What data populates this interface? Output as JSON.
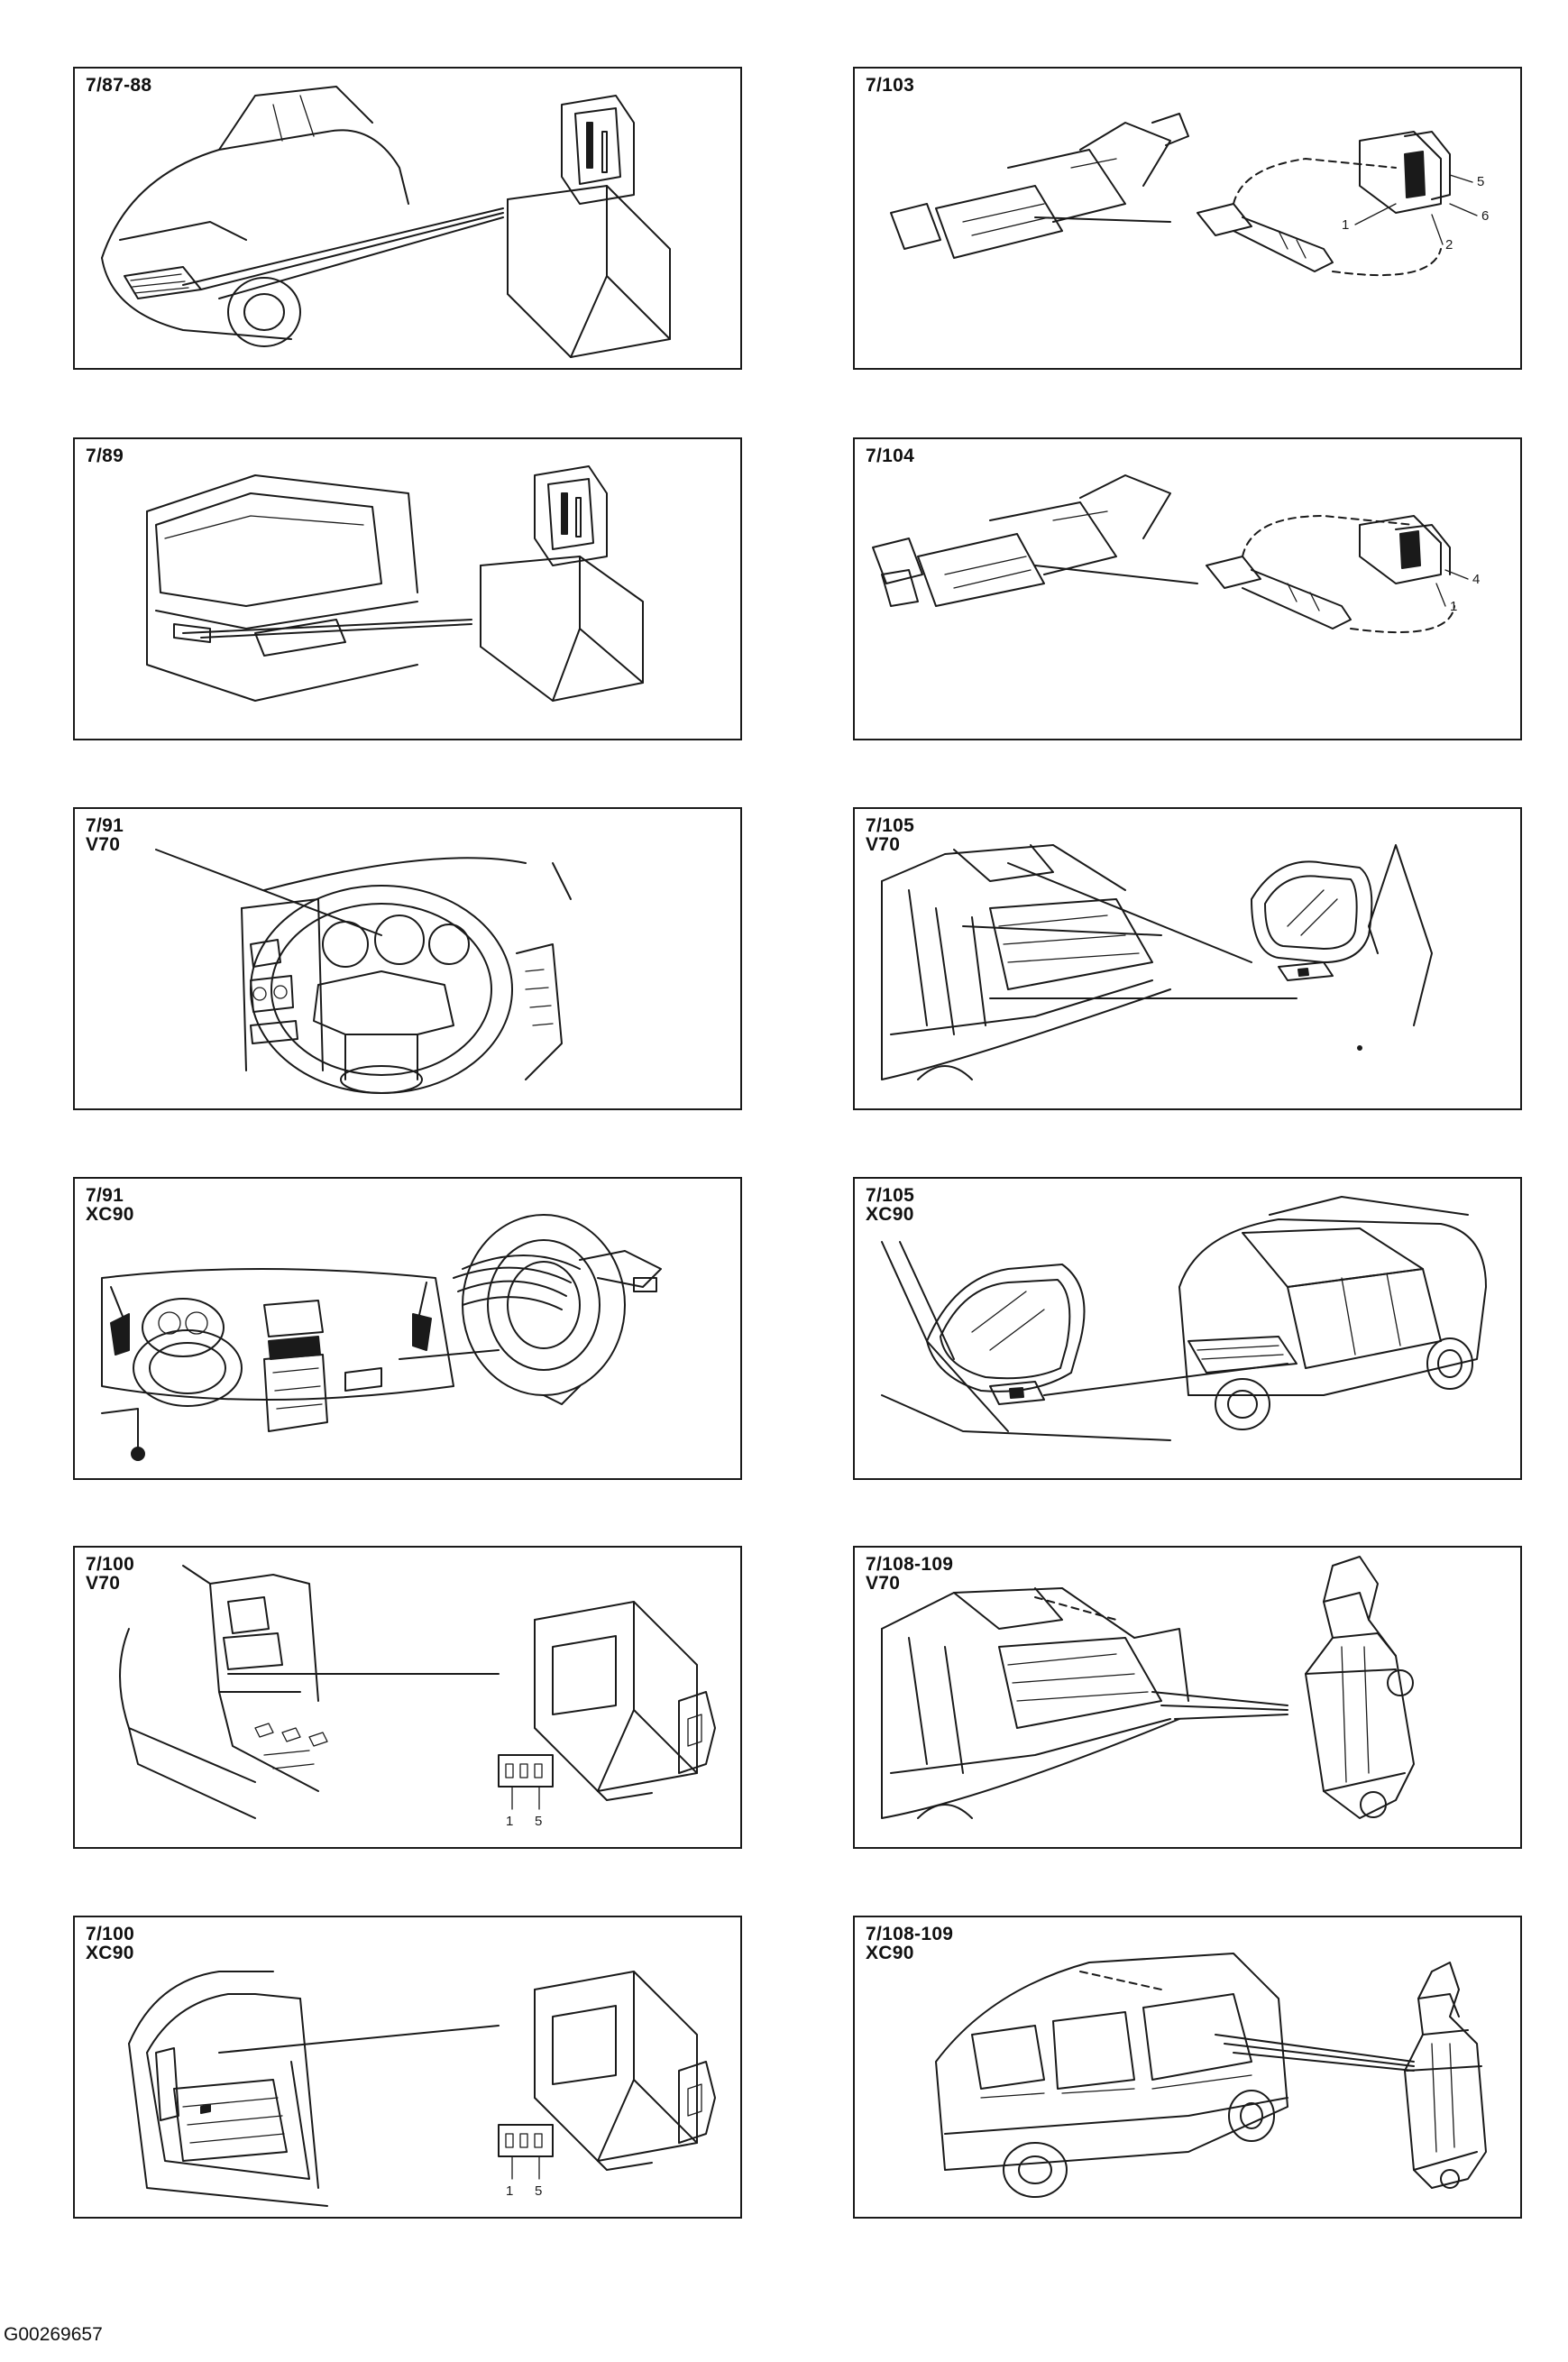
{
  "panels": [
    {
      "id": "p1",
      "label1": "7/87-88",
      "label2": ""
    },
    {
      "id": "p2",
      "label1": "7/103",
      "label2": "",
      "pins": [
        "5",
        "1",
        "6",
        "2"
      ]
    },
    {
      "id": "p3",
      "label1": "7/89",
      "label2": ""
    },
    {
      "id": "p4",
      "label1": "7/104",
      "label2": "",
      "pins": [
        "4",
        "1"
      ]
    },
    {
      "id": "p5",
      "label1": "7/91",
      "label2": "V70"
    },
    {
      "id": "p6",
      "label1": "7/105",
      "label2": "V70"
    },
    {
      "id": "p7",
      "label1": "7/91",
      "label2": "XC90"
    },
    {
      "id": "p8",
      "label1": "7/105",
      "label2": "XC90"
    },
    {
      "id": "p9",
      "label1": "7/100",
      "label2": "V70",
      "pins": [
        "1",
        "5"
      ]
    },
    {
      "id": "p10",
      "label1": "7/108-109",
      "label2": "V70"
    },
    {
      "id": "p11",
      "label1": "7/100",
      "label2": "XC90",
      "pins": [
        "1",
        "5"
      ]
    },
    {
      "id": "p12",
      "label1": "7/108-109",
      "label2": "XC90"
    }
  ],
  "footer": {
    "code": "G00269657"
  }
}
